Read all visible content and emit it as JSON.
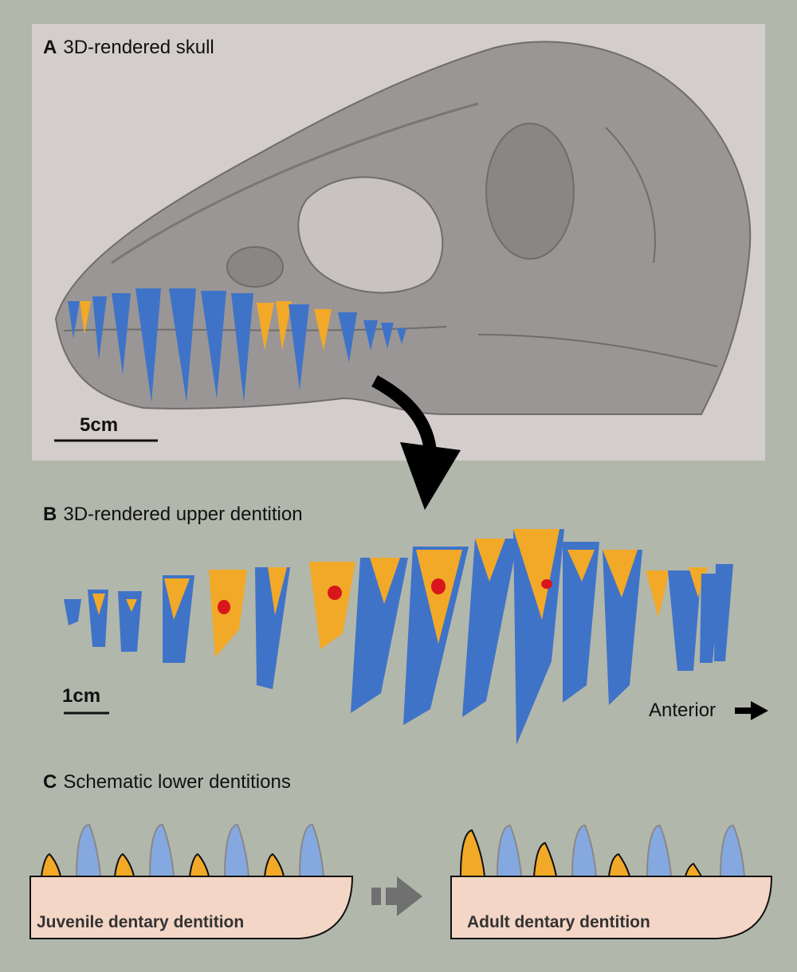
{
  "panels": {
    "a": {
      "letter": "A",
      "title": "3D-rendered skull",
      "scale": "5cm"
    },
    "b": {
      "letter": "B",
      "title": "3D-rendered upper dentition",
      "scale": "1cm",
      "direction": "Anterior"
    },
    "c": {
      "letter": "C",
      "title": "Schematic lower dentitions",
      "juvenile": "Juvenile dentary dentition",
      "adult": "Adult dentary dentition"
    }
  },
  "colors": {
    "background": "#b2b7ab",
    "skull_bg": "#d3cdcb",
    "bone": "#9a9696",
    "functional_tooth": "#3f73c8",
    "replacement_tooth": "#f2a928",
    "resorption": "#d8161b",
    "jaw": "#f4d6c6",
    "schematic_blue": "#86a8e0"
  },
  "icons": [
    "arrow-down-curved-icon",
    "arrow-right-icon",
    "dashed-arrow-right-icon"
  ]
}
